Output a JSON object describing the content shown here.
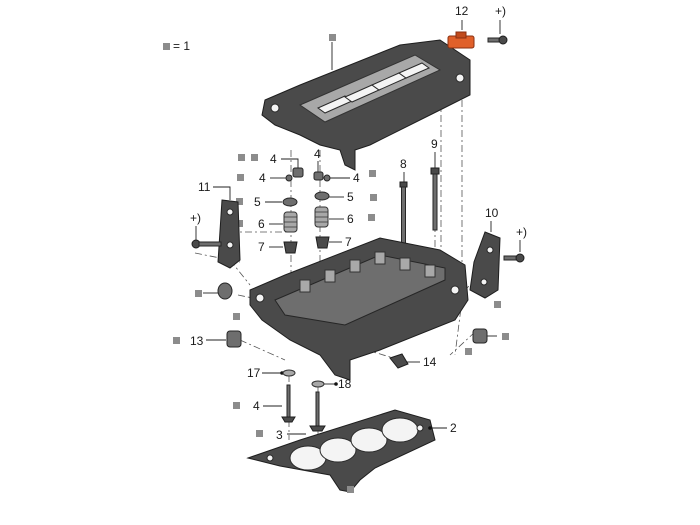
{
  "legend": {
    "text": "= 1"
  },
  "callouts": {
    "c12": "12",
    "c12_plus": "+)",
    "c11": "11",
    "c11_plus": "+)",
    "c10": "10",
    "c10_plus": "+)",
    "c8": "8",
    "c9": "9",
    "c4_top": "4",
    "c4_left": "4",
    "c4_mid": "4",
    "c4_right": "4",
    "c5_left": "5",
    "c5_right": "5",
    "c6_left": "6",
    "c6_right": "6",
    "c7_left": "7",
    "c7_right": "7",
    "c13": "13",
    "c14": "14",
    "c17": "17",
    "c18": "18",
    "c4_bottom": "4",
    "c3": "3",
    "c2": "2"
  },
  "colors": {
    "accent_part": "#e0602a",
    "marker": "#8c8c8c"
  }
}
